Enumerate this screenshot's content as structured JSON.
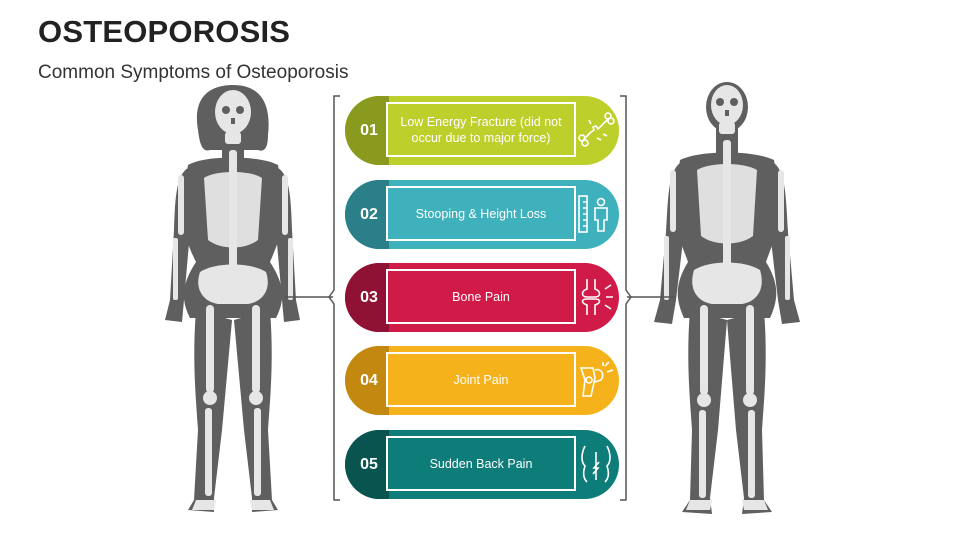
{
  "header": {
    "title": "OSTEOPOROSIS",
    "subtitle": "Common Symptoms of Osteoporosis"
  },
  "colors": {
    "skeleton_body": "#5f5f5f",
    "bone": "#e6e6e6",
    "bracket": "#555555"
  },
  "items": [
    {
      "number": "01",
      "label": "Low Energy Fracture (did not occur due to major force)",
      "icon": "broken-bone-icon",
      "color": "#bccf2b",
      "dark": "#8a9a1e"
    },
    {
      "number": "02",
      "label": "Stooping & Height Loss",
      "icon": "height-measure-icon",
      "color": "#3eb1bd",
      "dark": "#2a7f88"
    },
    {
      "number": "03",
      "label": "Bone Pain",
      "icon": "knee-joint-pain-icon",
      "color": "#d01a48",
      "dark": "#8f1234"
    },
    {
      "number": "04",
      "label": "Joint Pain",
      "icon": "knee-pain-icon",
      "color": "#f6b21a",
      "dark": "#c38810"
    },
    {
      "number": "05",
      "label": "Sudden Back Pain",
      "icon": "back-pain-icon",
      "color": "#0e7c78",
      "dark": "#09544f"
    }
  ]
}
